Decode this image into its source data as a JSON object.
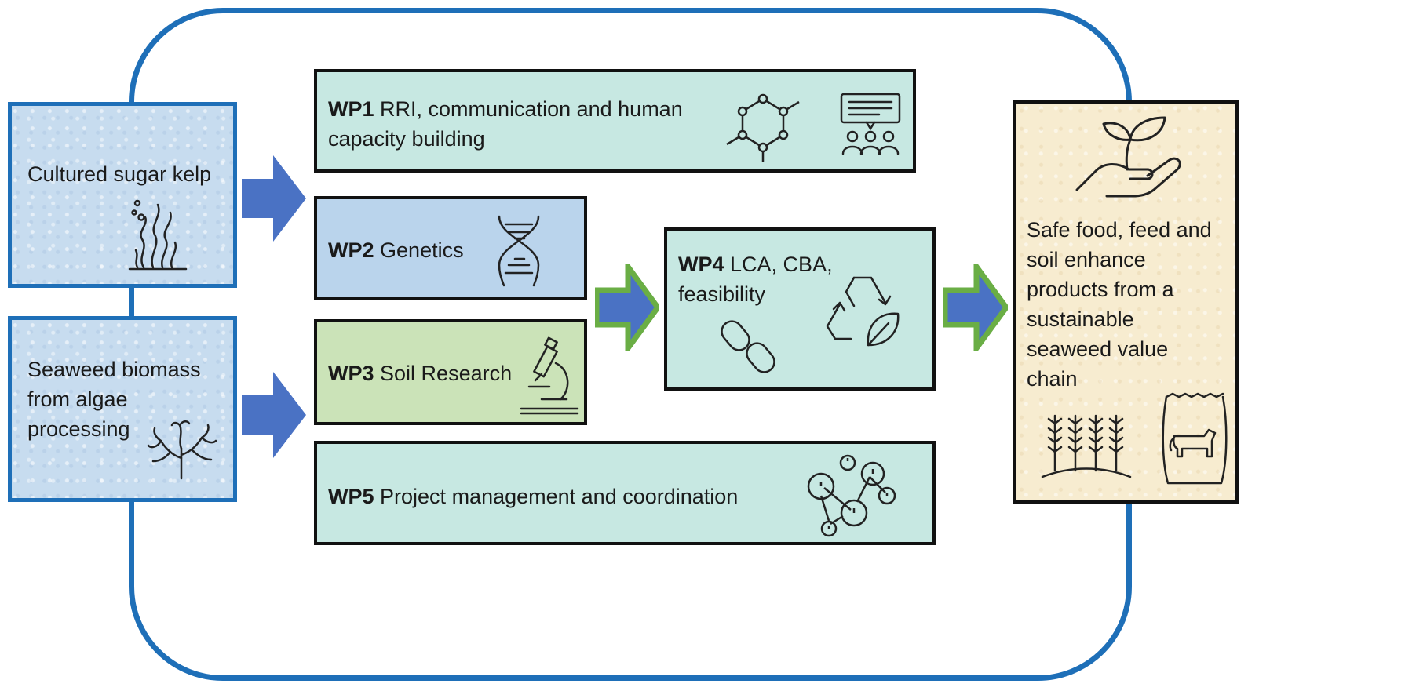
{
  "inputs": {
    "kelp": {
      "text": "Cultured sugar kelp"
    },
    "biomass": {
      "line1": "Seaweed biomass",
      "line2": "from algae",
      "line3": "processing"
    }
  },
  "work_packages": [
    {
      "id": "WP1",
      "line1": "RRI, communication and human",
      "line2": "capacity building"
    },
    {
      "id": "WP2",
      "line1": "Genetics"
    },
    {
      "id": "WP3",
      "line1": "Soil Research"
    },
    {
      "id": "WP4",
      "line1": "LCA, CBA,",
      "line2": "feasibility"
    },
    {
      "id": "WP5",
      "line1": "Project management and coordination"
    }
  ],
  "output": {
    "lines": [
      "Safe food, feed and",
      "soil enhance",
      "products from a",
      "sustainable",
      "seaweed value",
      "chain"
    ]
  },
  "icons": {
    "wp1": [
      "molecule-network-icon",
      "discussion-group-icon"
    ],
    "wp2": "dna-icon",
    "wp3": "microscope-icon",
    "wp4": [
      "chain-link-icon",
      "recycle-leaf-icon"
    ],
    "wp5": "people-network-icon",
    "kelp": "kelp-icon",
    "biomass": "seaweed-icon",
    "output": [
      "hand-sprout-icon",
      "wheat-field-icon",
      "feed-bag-cow-icon"
    ]
  },
  "colors": {
    "frame": "#1e6fb8",
    "arrow_blue": "#4a72c4",
    "arrow_green": "#6aae45",
    "wp_teal": "#c7e8e2",
    "wp2_blue": "#bad4ec",
    "wp3_green": "#cbe3b8",
    "output_beige": "#f7ecd0"
  }
}
